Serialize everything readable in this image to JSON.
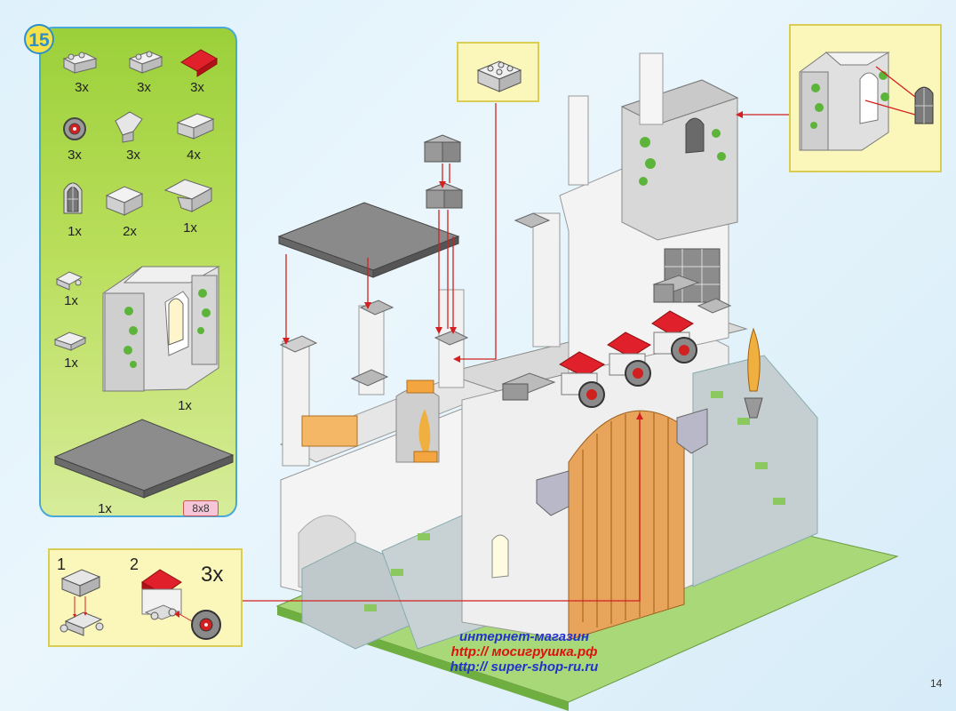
{
  "step": {
    "number": "15"
  },
  "parts": [
    {
      "name": "brick-1x2-on-wheel-axle",
      "qty": "3x"
    },
    {
      "name": "brick-1x2",
      "qty": "3x"
    },
    {
      "name": "red-roof-slope",
      "qty": "3x"
    },
    {
      "name": "wheel",
      "qty": "3x"
    },
    {
      "name": "slope-brick",
      "qty": "3x"
    },
    {
      "name": "brick-1x2-light",
      "qty": "4x"
    },
    {
      "name": "arched-window",
      "qty": "1x"
    },
    {
      "name": "brick-2x2",
      "qty": "2x"
    },
    {
      "name": "brick-corner",
      "qty": "1x"
    },
    {
      "name": "clip-plate",
      "qty": "1x"
    },
    {
      "name": "plate-1x2",
      "qty": "1x"
    },
    {
      "name": "tower-wall-assembly",
      "qty": "1x"
    },
    {
      "name": "base-plate-8x8",
      "qty": "1x"
    }
  ],
  "plate_tag": "8x8",
  "subassembly": {
    "step1": "1",
    "step2": "2",
    "qty": "3x"
  },
  "watermark": {
    "line1": "интернет-магазин",
    "line2": "http:// мосигрушка.рф",
    "line3": "http:// super-shop-ru.ru"
  },
  "page_number": "14",
  "colors": {
    "panel_green": "#9bd03a",
    "callout_yellow": "#fbf7bb",
    "guide_red": "#d42020",
    "roof_red": "#e0202a",
    "door_orange": "#e8a45a"
  }
}
